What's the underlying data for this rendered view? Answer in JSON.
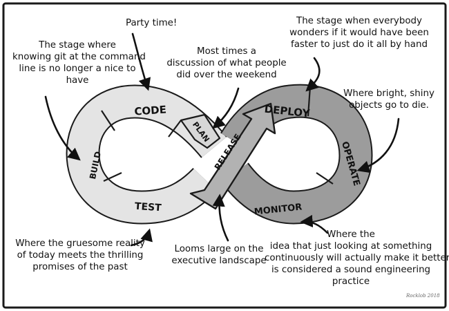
{
  "loop": {
    "stages": {
      "code": "CODE",
      "build": "BUILD",
      "test": "TEST",
      "plan": "PLAN",
      "release": "RELEASE",
      "deploy": "DEPLOY",
      "operate": "OPERATE",
      "monitor": "MONITOR"
    }
  },
  "annotations": {
    "party": "Party time!",
    "build_note": [
      "The stage where",
      "knowing git at the command",
      "line is no longer a nice to",
      "have"
    ],
    "plan_note": [
      "Most times a",
      "discussion of what people",
      "did over the weekend"
    ],
    "deploy_note": [
      "The stage when everybody",
      "wonders if it would have been",
      "faster to just do it all by hand"
    ],
    "operate_note": [
      "Where bright, shiny",
      "objects go to die."
    ],
    "test_note": [
      "Where the gruesome reality",
      "of today meets the thrilling",
      "promises of the past"
    ],
    "release_note": [
      "Looms large on the",
      "executive landscape"
    ],
    "monitor_note": [
      "Where the",
      "idea that just looking at something",
      "continuously will actually make it better",
      "is considered a sound engineering",
      "practice"
    ]
  },
  "signature": "Rocklob 2018",
  "colors": {
    "frame": "#1a1a1a",
    "left_loop": "#e4e4e4",
    "left_loop_dark": "#c9c9c9",
    "right_loop": "#9c9c9c",
    "right_loop_dark": "#858585",
    "release_band": "#b2b2b2"
  }
}
